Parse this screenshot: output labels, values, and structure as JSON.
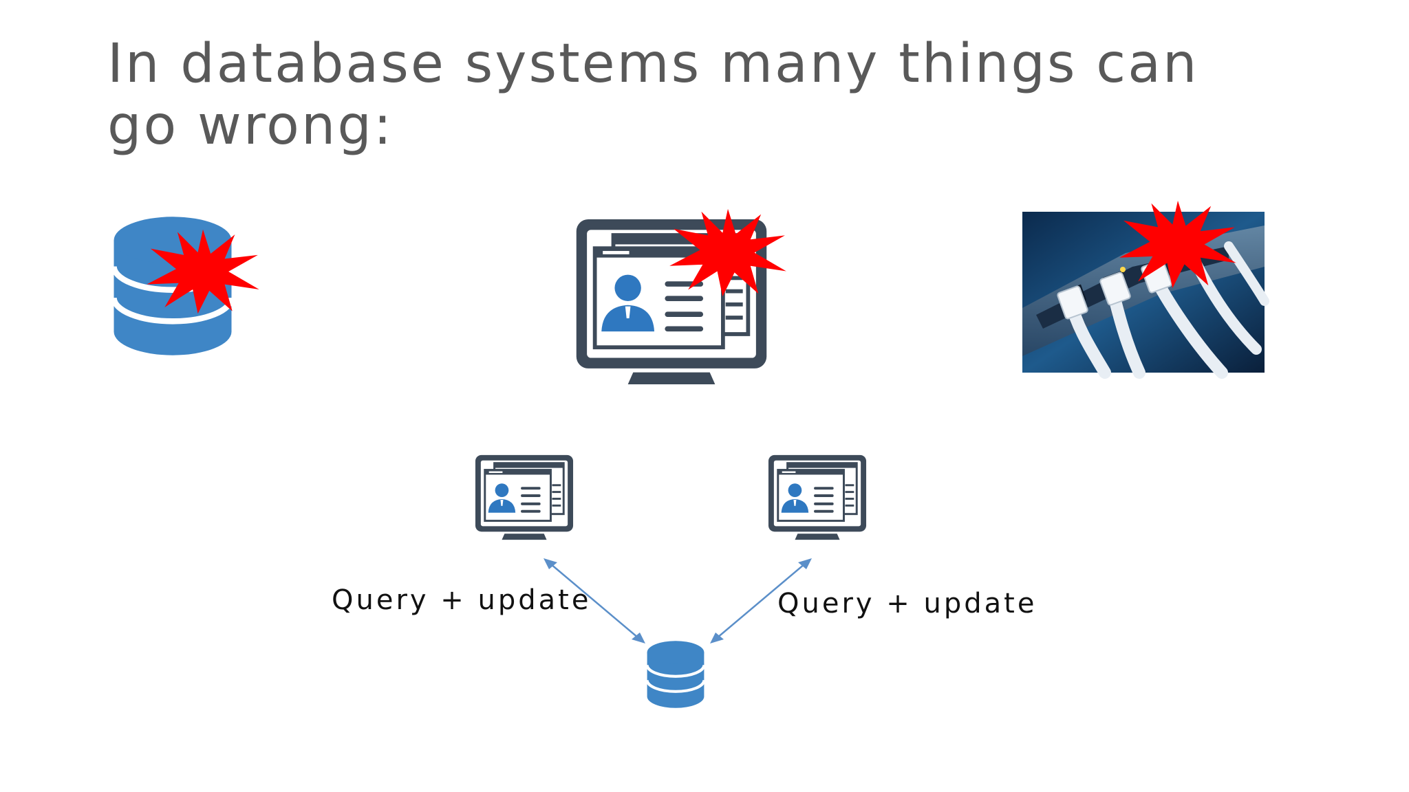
{
  "slide": {
    "title": "In database systems many things can go wrong:"
  },
  "diagram": {
    "left_label": "Query + update",
    "right_label": "Query + update"
  },
  "colors": {
    "title": "#595959",
    "database": "#3f86c6",
    "monitor": "#3d4a59",
    "screen": "#ffffff",
    "person": "#2f78c0",
    "burst": "#ff0000",
    "arrow": "#5b8fc9"
  },
  "icons": [
    "database-icon",
    "monitor-icon",
    "network-cables-photo",
    "explosion-burst-icon",
    "double-arrow-icon"
  ]
}
